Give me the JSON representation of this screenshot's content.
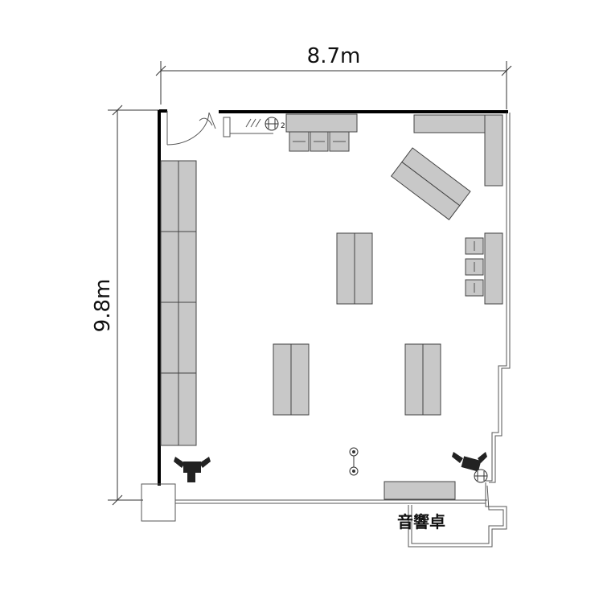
{
  "dimensions": {
    "width_label": "8.7m",
    "height_label": "9.8m"
  },
  "labels": {
    "audio_desk": "音響卓",
    "socket_number": "2"
  },
  "colors": {
    "furniture_fill": "#c8c8c8",
    "wall": "#000000",
    "line": "#555555"
  },
  "icons": [
    "camera-icon",
    "tripod-stand-icon",
    "door-swing-icon",
    "microphone-icon"
  ]
}
